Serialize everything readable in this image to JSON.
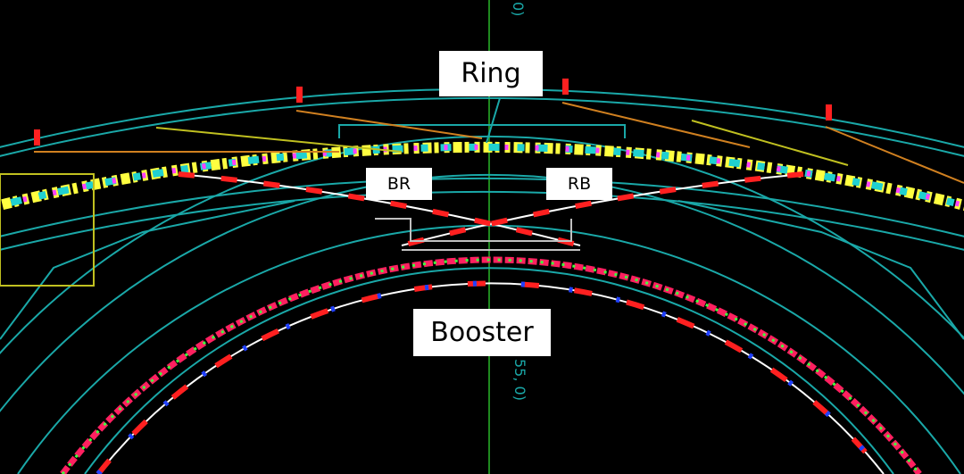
{
  "labels": {
    "ring": "Ring",
    "br": "BR",
    "rb": "RB",
    "booster": "Booster"
  },
  "coordinates": {
    "top": "0)",
    "bottom": "55, 0)"
  },
  "colors": {
    "background": "#000000",
    "walls": "#1aa8a8",
    "axis": "#1f8a1f",
    "transfer": "#ffffff",
    "magnets_red": "#ff2020",
    "magnets_blue": "#2040ff"
  }
}
